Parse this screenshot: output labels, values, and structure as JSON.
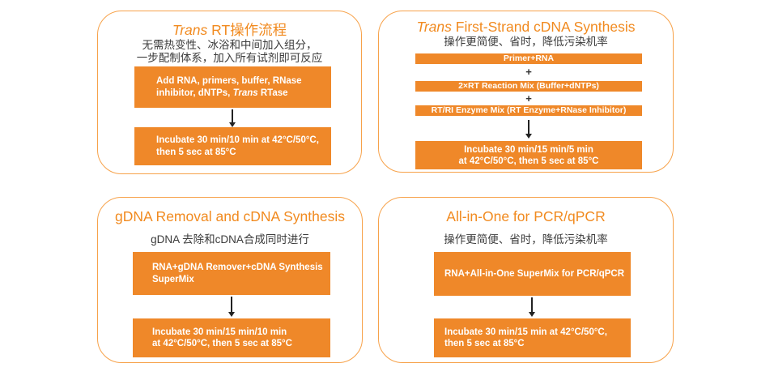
{
  "colors": {
    "box_fill": "#ef8829",
    "panel_border": "#f7a24a",
    "title_text": "#f18a1f",
    "body_text": "#3b3b3b",
    "box_text": "#ffffff",
    "arrow": "#222222"
  },
  "p1": {
    "title_it": "Trans",
    "title_rest": " RT操作流程",
    "sub1": "无需热变性、冰浴和中间加入组分，",
    "sub2": "一步配制体系，加入所有试剂即可反应",
    "box1_l1": "Add RNA, primers, buffer, RNase",
    "box1_l2_pre": "inhibitor, dNTPs, ",
    "box1_l2_it": "Trans",
    "box1_l2_post": " RTase",
    "box2_l1": "Incubate 30 min/10 min at 42°C/50°C,",
    "box2_l2": "then 5 sec at 85°C"
  },
  "p2": {
    "title_it": "Trans",
    "title_rest": " First-Strand cDNA Synthesis",
    "sub": "操作更简便、省时，降低污染机率",
    "bar1": "Primer+RNA",
    "plus1": "+",
    "bar2": "2×RT Reaction Mix (Buffer+dNTPs)",
    "plus2": "+",
    "bar3": "RT/RI Enzyme Mix (RT Enzyme+RNase Inhibitor)",
    "box_l1": "Incubate 30 min/15 min/5 min",
    "box_l2": "at 42°C/50°C, then 5 sec at 85°C"
  },
  "p3": {
    "title": "gDNA Removal and cDNA Synthesis",
    "sub": "gDNA 去除和cDNA合成同时进行",
    "box1_l1": "RNA+gDNA Remover+cDNA Synthesis",
    "box1_l2": "SuperMix",
    "box2_l1": "Incubate 30 min/15 min/10 min",
    "box2_l2": "at 42°C/50°C, then 5 sec at 85°C"
  },
  "p4": {
    "title": "All-in-One for PCR/qPCR",
    "sub": "操作更简便、省时，降低污染机率",
    "box1": "RNA+All-in-One SuperMix for PCR/qPCR",
    "box2_l1": "Incubate 30 min/15 min at 42°C/50°C,",
    "box2_l2": "then 5 sec at 85°C"
  }
}
